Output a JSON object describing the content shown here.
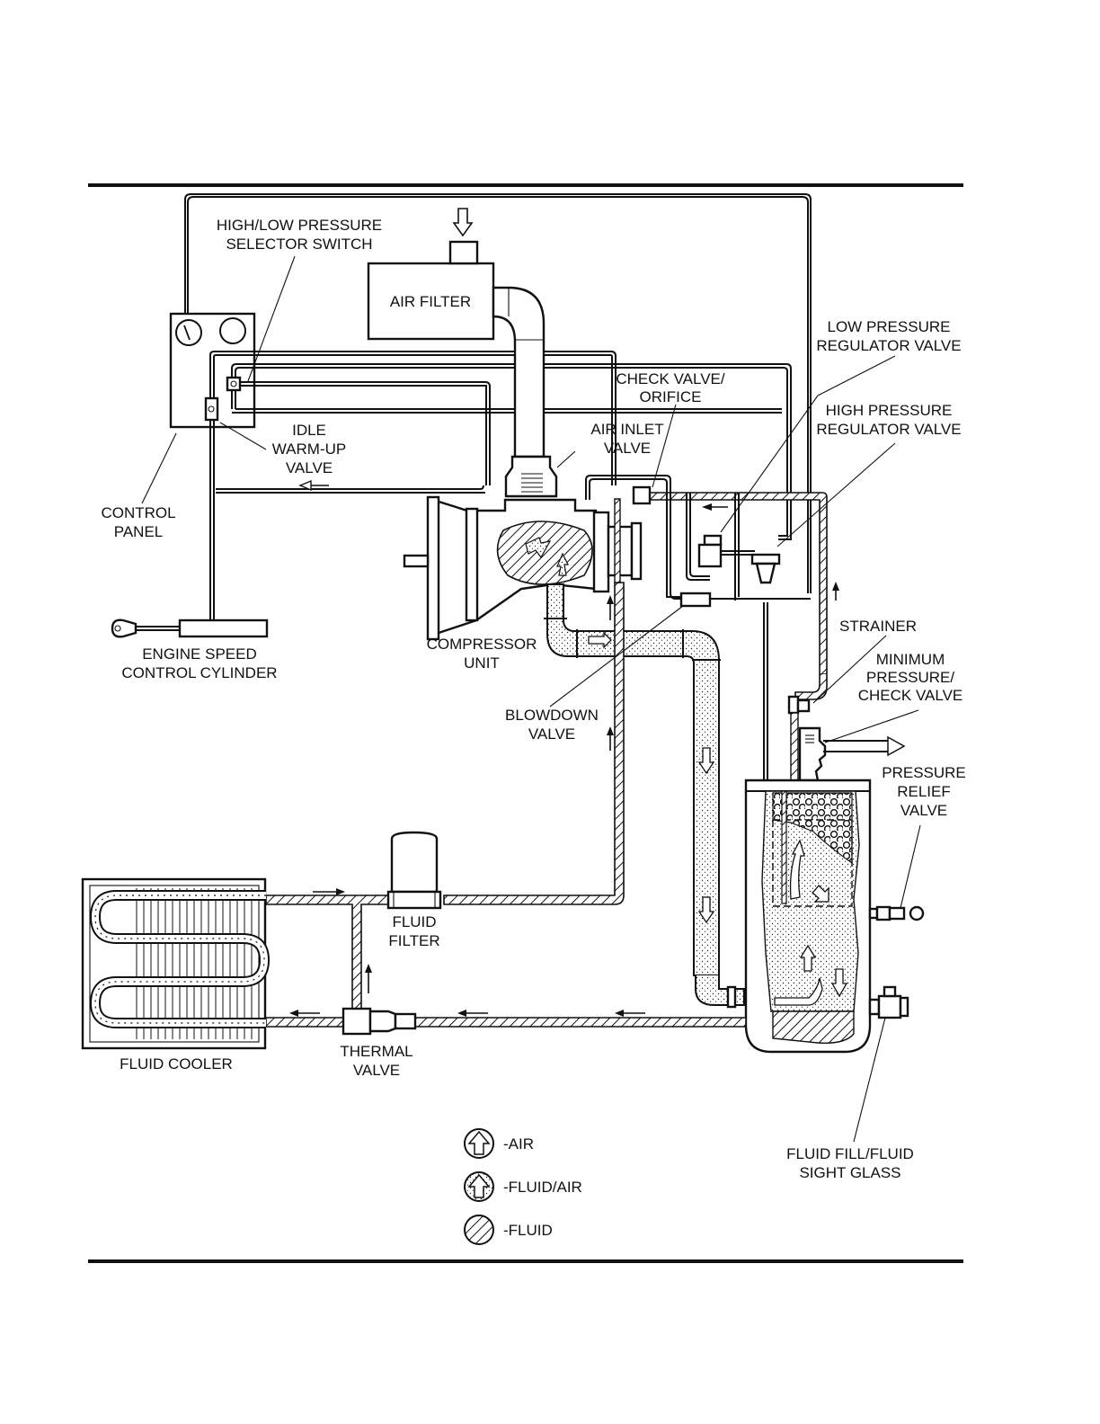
{
  "figure": {
    "type": "schematic",
    "subject": "Air compressor system flow diagram"
  },
  "labels": {
    "selector_switch": [
      "HIGH/LOW PRESSURE",
      "SELECTOR SWITCH"
    ],
    "air_filter": "AIR FILTER",
    "control_panel": [
      "CONTROL",
      "PANEL"
    ],
    "idle_warmup": [
      "IDLE",
      "WARM-UP",
      "VALVE"
    ],
    "check_valve_orifice": [
      "CHECK VALVE/",
      "ORIFICE"
    ],
    "air_inlet_valve": [
      "AIR INLET",
      "VALVE"
    ],
    "low_pressure_regulator": [
      "LOW PRESSURE",
      "REGULATOR VALVE"
    ],
    "high_pressure_regulator": [
      "HIGH PRESSURE",
      "REGULATOR VALVE"
    ],
    "engine_speed_cylinder": [
      "ENGINE SPEED",
      "CONTROL CYLINDER"
    ],
    "compressor_unit": [
      "COMPRESSOR",
      "UNIT"
    ],
    "blowdown_valve": [
      "BLOWDOWN",
      "VALVE"
    ],
    "strainer": "STRAINER",
    "min_pressure_check": [
      "MINIMUM",
      "PRESSURE/",
      "CHECK VALVE"
    ],
    "pressure_relief": [
      "PRESSURE",
      "RELIEF",
      "VALVE"
    ],
    "fluid_filter": [
      "FLUID",
      "FILTER"
    ],
    "fluid_cooler": "FLUID COOLER",
    "thermal_valve": [
      "THERMAL",
      "VALVE"
    ],
    "fluid_fill_sight_glass": [
      "FLUID FILL/FLUID",
      "SIGHT GLASS"
    ]
  },
  "legend": [
    {
      "icon": "air-arrow-icon",
      "label": "-AIR"
    },
    {
      "icon": "fluid-air-arrow-icon",
      "label": "-FLUID/AIR"
    },
    {
      "icon": "fluid-hatch-icon",
      "label": "-FLUID"
    }
  ]
}
